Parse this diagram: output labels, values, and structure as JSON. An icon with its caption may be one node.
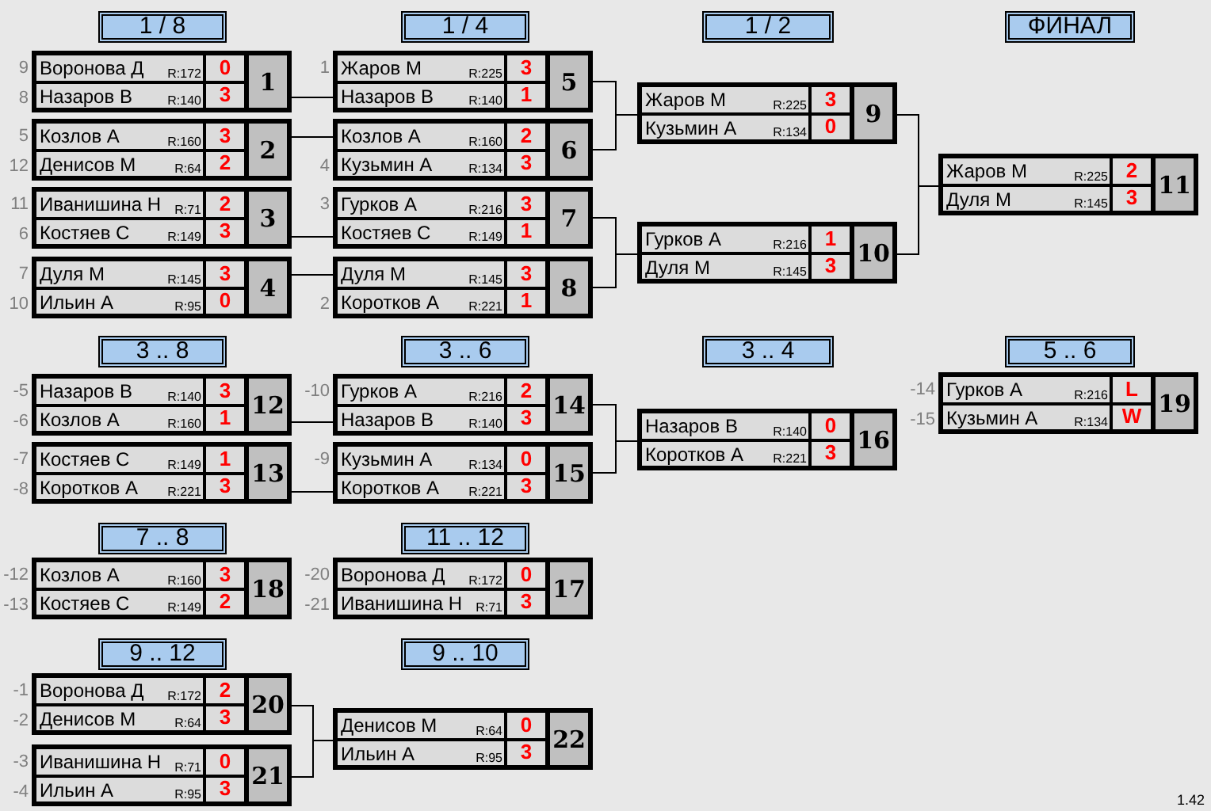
{
  "diagram": {
    "nodes": [
      {
        "text": [
          "1 / 8"
        ]
      },
      {
        "text": [
          "1 / 4"
        ]
      },
      {
        "text": [
          "1 / 2"
        ]
      },
      {
        "text": [
          "ФИНАЛ"
        ]
      },
      {
        "text": [
          "Воронова Д",
          "R:172",
          "0",
          "Назаров В",
          "R:140",
          "3",
          "1"
        ],
        "beside": [
          "9",
          "8"
        ]
      },
      {
        "text": [
          "Козлов А",
          "R:160",
          "3",
          "Денисов М",
          "R:64",
          "2",
          "2"
        ],
        "beside": [
          "5",
          "12"
        ]
      },
      {
        "text": [
          "Иванишина Н",
          "R:71",
          "2",
          "Костяев С",
          "R:149",
          "3",
          "3"
        ],
        "beside": [
          "11",
          "6"
        ]
      },
      {
        "text": [
          "Дуля М",
          "R:145",
          "3",
          "Ильин А",
          "R:95",
          "0",
          "4"
        ],
        "beside": [
          "7",
          "10"
        ]
      },
      {
        "text": [
          "Жаров М",
          "R:225",
          "3",
          "Назаров В",
          "R:140",
          "1",
          "5"
        ],
        "beside": [
          "1"
        ]
      },
      {
        "text": [
          "Козлов А",
          "R:160",
          "2",
          "Кузьмин А",
          "R:134",
          "3",
          "6"
        ],
        "beside": [
          "4"
        ]
      },
      {
        "text": [
          "Гурков А",
          "R:216",
          "3",
          "Костяев С",
          "R:149",
          "1",
          "7"
        ],
        "beside": [
          "3"
        ]
      },
      {
        "text": [
          "Дуля М",
          "R:145",
          "3",
          "Коротков А",
          "R:221",
          "1",
          "8"
        ],
        "beside": [
          "2"
        ]
      },
      {
        "text": [
          "Жаров М",
          "R:225",
          "3",
          "Кузьмин А",
          "R:134",
          "0",
          "9"
        ]
      },
      {
        "text": [
          "Гурков А",
          "R:216",
          "1",
          "Дуля М",
          "R:145",
          "3",
          "10"
        ]
      },
      {
        "text": [
          "Жаров М",
          "R:225",
          "2",
          "Дуля М",
          "R:145",
          "3",
          "11"
        ]
      },
      {
        "text": [
          "3 .. 8"
        ]
      },
      {
        "text": [
          "3 .. 6"
        ]
      },
      {
        "text": [
          "3 .. 4"
        ]
      },
      {
        "text": [
          "5 .. 6"
        ]
      },
      {
        "text": [
          "Назаров В",
          "R:140",
          "3",
          "Козлов А",
          "R:160",
          "1",
          "12"
        ],
        "beside": [
          "-5",
          "-6"
        ]
      },
      {
        "text": [
          "Костяев С",
          "R:149",
          "1",
          "Коротков А",
          "R:221",
          "3",
          "13"
        ],
        "beside": [
          "-7",
          "-8"
        ]
      },
      {
        "text": [
          "Гурков А",
          "R:216",
          "2",
          "Назаров В",
          "R:140",
          "3",
          "14"
        ],
        "beside": [
          "-10"
        ]
      },
      {
        "text": [
          "Кузьмин А",
          "R:134",
          "0",
          "Коротков А",
          "R:221",
          "3",
          "15"
        ],
        "beside": [
          "-9"
        ]
      },
      {
        "text": [
          "Назаров В",
          "R:140",
          "0",
          "Коротков А",
          "R:221",
          "3",
          "16"
        ]
      },
      {
        "text": [
          "Гурков А",
          "R:216",
          "L",
          "Кузьмин А",
          "R:134",
          "W",
          "19"
        ],
        "beside": [
          "-14",
          "-15"
        ]
      },
      {
        "text": [
          "7 .. 8"
        ]
      },
      {
        "text": [
          "11 .. 12"
        ]
      },
      {
        "text": [
          "Козлов А",
          "R:160",
          "3",
          "Костяев С",
          "R:149",
          "2",
          "18"
        ],
        "beside": [
          "-12",
          "-13"
        ]
      },
      {
        "text": [
          "Воронова Д",
          "R:172",
          "0",
          "Иванишина Н",
          "R:71",
          "3",
          "17"
        ],
        "beside": [
          "-20",
          "-21"
        ]
      },
      {
        "text": [
          "9 .. 12"
        ]
      },
      {
        "text": [
          "9 .. 10"
        ]
      },
      {
        "text": [
          "Воронова Д",
          "R:172",
          "2",
          "Денисов М",
          "R:64",
          "3",
          "20"
        ],
        "beside": [
          "-1",
          "-2"
        ]
      },
      {
        "text": [
          "Иванишина Н",
          "R:71",
          "0",
          "Ильин А",
          "R:95",
          "3",
          "21"
        ],
        "beside": [
          "-3",
          "-4"
        ]
      },
      {
        "text": [
          "Денисов М",
          "R:64",
          "0",
          "Ильин А",
          "R:95",
          "3",
          "22"
        ]
      }
    ],
    "edges": [
      {
        "from": 4,
        "to": 8,
        "arrow": "none"
      },
      {
        "from": 5,
        "to": 9,
        "arrow": "none"
      },
      {
        "from": 6,
        "to": 10,
        "arrow": "none"
      },
      {
        "from": 7,
        "to": 11,
        "arrow": "none"
      },
      {
        "from": 8,
        "to": 12,
        "arrow": "none"
      },
      {
        "from": 9,
        "to": 12,
        "arrow": "none"
      },
      {
        "from": 10,
        "to": 13,
        "arrow": "none"
      },
      {
        "from": 11,
        "to": 13,
        "arrow": "none"
      },
      {
        "from": 12,
        "to": 14,
        "arrow": "none"
      },
      {
        "from": 13,
        "to": 14,
        "arrow": "none"
      },
      {
        "from": 19,
        "to": 21,
        "arrow": "none"
      },
      {
        "from": 20,
        "to": 22,
        "arrow": "none"
      },
      {
        "from": 21,
        "to": 23,
        "arrow": "none"
      },
      {
        "from": 22,
        "to": 23,
        "arrow": "none"
      },
      {
        "from": 31,
        "to": 33,
        "arrow": "none"
      },
      {
        "from": 32,
        "to": 33,
        "arrow": "none"
      }
    ],
    "labels": [
      "1.42"
    ]
  }
}
